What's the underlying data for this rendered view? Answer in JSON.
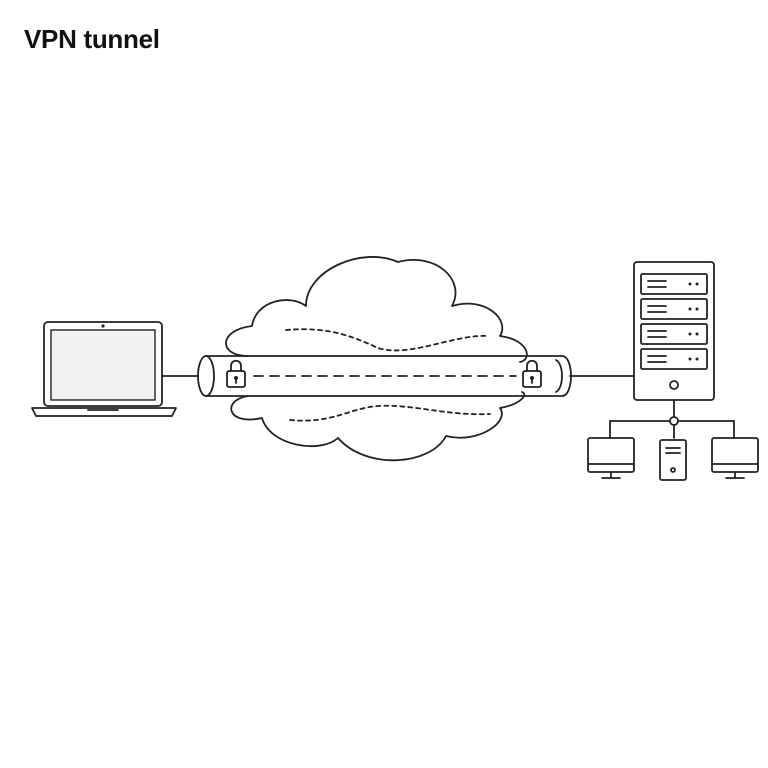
{
  "title": "VPN tunnel",
  "colors": {
    "stroke": "#222222",
    "screen_fill": "#f2f2f2",
    "background": "#ffffff"
  },
  "nodes": [
    {
      "id": "laptop",
      "icon": "laptop-icon"
    },
    {
      "id": "internet",
      "icon": "cloud-icon"
    },
    {
      "id": "tunnel",
      "icon": "tunnel-pipe-icon"
    },
    {
      "id": "lock-left",
      "icon": "lock-icon"
    },
    {
      "id": "lock-right",
      "icon": "lock-icon"
    },
    {
      "id": "vpn-server",
      "icon": "server-rack-icon"
    },
    {
      "id": "desktop-left",
      "icon": "monitor-icon"
    },
    {
      "id": "tower-pc",
      "icon": "tower-pc-icon"
    },
    {
      "id": "desktop-right",
      "icon": "monitor-icon"
    }
  ],
  "edges": [
    {
      "from": "laptop",
      "to": "tunnel"
    },
    {
      "from": "tunnel",
      "to": "vpn-server"
    },
    {
      "from": "vpn-server",
      "to": "desktop-left"
    },
    {
      "from": "vpn-server",
      "to": "tower-pc"
    },
    {
      "from": "vpn-server",
      "to": "desktop-right"
    }
  ]
}
